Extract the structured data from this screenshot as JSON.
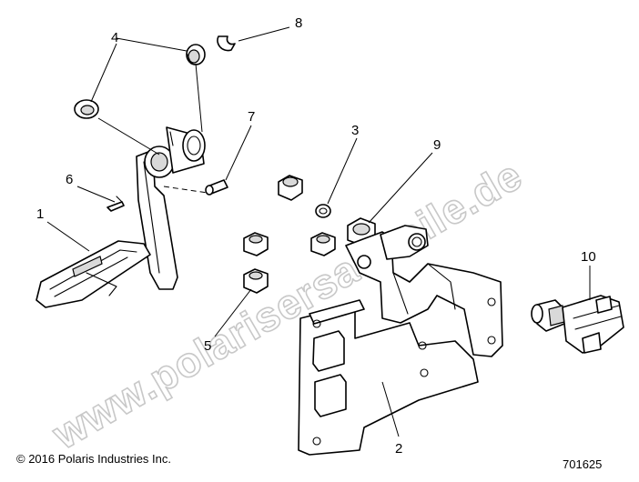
{
  "callouts": {
    "c1": "1",
    "c2": "2",
    "c3": "3",
    "c4": "4",
    "c5": "5",
    "c6": "6",
    "c7": "7",
    "c8": "8",
    "c9": "9",
    "c10": "10"
  },
  "watermark": "www.polarisersatzteile.de",
  "copyright": "© 2016 Polaris Industries Inc.",
  "diagram_number": "701625"
}
